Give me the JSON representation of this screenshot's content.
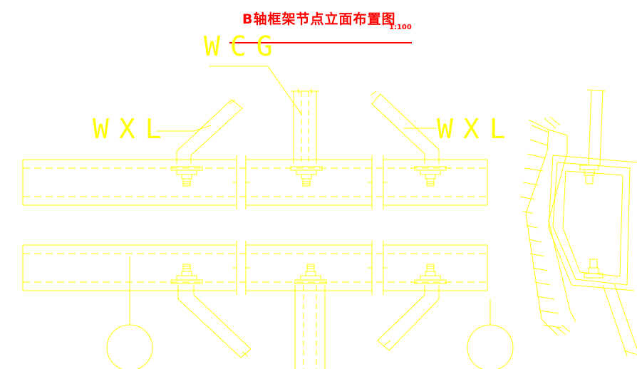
{
  "drawing": {
    "title": "B轴框架节点立面布置图",
    "scale": "1:100"
  },
  "labels": {
    "wcg": "WCG",
    "wxl_left": "WXL",
    "wxl_right": "WXL"
  },
  "colors": {
    "background": "#ffffff",
    "linework": "#ffff00",
    "title": "#ff0000"
  }
}
